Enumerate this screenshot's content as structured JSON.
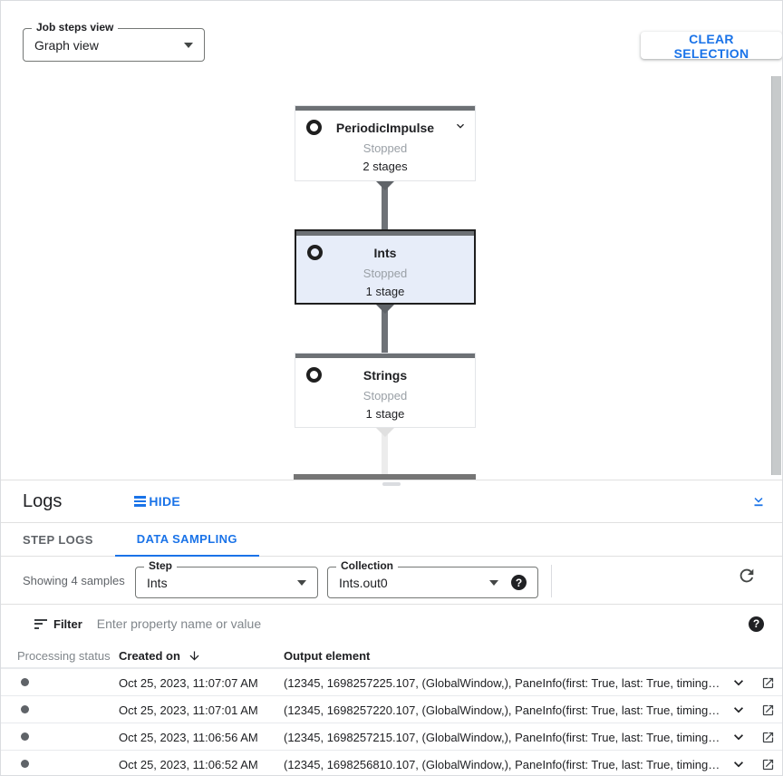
{
  "colors": {
    "accent": "#1a73e8",
    "selected_node_bg": "#e7edf9",
    "node_topbar": "#6d7175",
    "status_text": "#9aa0a6"
  },
  "glyphs": {
    "question_mark": "?"
  },
  "toolbar": {
    "job_steps_view_label": "Job steps view",
    "job_steps_view_value": "Graph view",
    "clear_selection_label": "CLEAR SELECTION"
  },
  "graph": {
    "nodes": [
      {
        "title": "PeriodicImpulse",
        "status": "Stopped",
        "stages": "2 stages"
      },
      {
        "title": "Ints",
        "status": "Stopped",
        "stages": "1 stage"
      },
      {
        "title": "Strings",
        "status": "Stopped",
        "stages": "1 stage"
      }
    ]
  },
  "logs": {
    "title": "Logs",
    "hide_label": "HIDE",
    "tabs": [
      {
        "label": "STEP LOGS"
      },
      {
        "label": "DATA SAMPLING"
      }
    ],
    "sampling": {
      "showing_text": "Showing 4 samples",
      "step_label": "Step",
      "step_value": "Ints",
      "collection_label": "Collection",
      "collection_value": "Ints.out0"
    },
    "filter": {
      "label": "Filter",
      "placeholder": "Enter property name or value"
    },
    "table": {
      "columns": {
        "status": "Processing status",
        "created": "Created on",
        "output": "Output element"
      },
      "rows": [
        {
          "created_on": "Oct 25, 2023, 11:07:07 AM",
          "output_element": "(12345, 1698257225.107, (GlobalWindow,), PaneInfo(first: True, last: True, timing…"
        },
        {
          "created_on": "Oct 25, 2023, 11:07:01 AM",
          "output_element": "(12345, 1698257220.107, (GlobalWindow,), PaneInfo(first: True, last: True, timing…"
        },
        {
          "created_on": "Oct 25, 2023, 11:06:56 AM",
          "output_element": "(12345, 1698257215.107, (GlobalWindow,), PaneInfo(first: True, last: True, timing…"
        },
        {
          "created_on": "Oct 25, 2023, 11:06:52 AM",
          "output_element": "(12345, 1698256810.107, (GlobalWindow,), PaneInfo(first: True, last: True, timing…"
        }
      ]
    }
  }
}
